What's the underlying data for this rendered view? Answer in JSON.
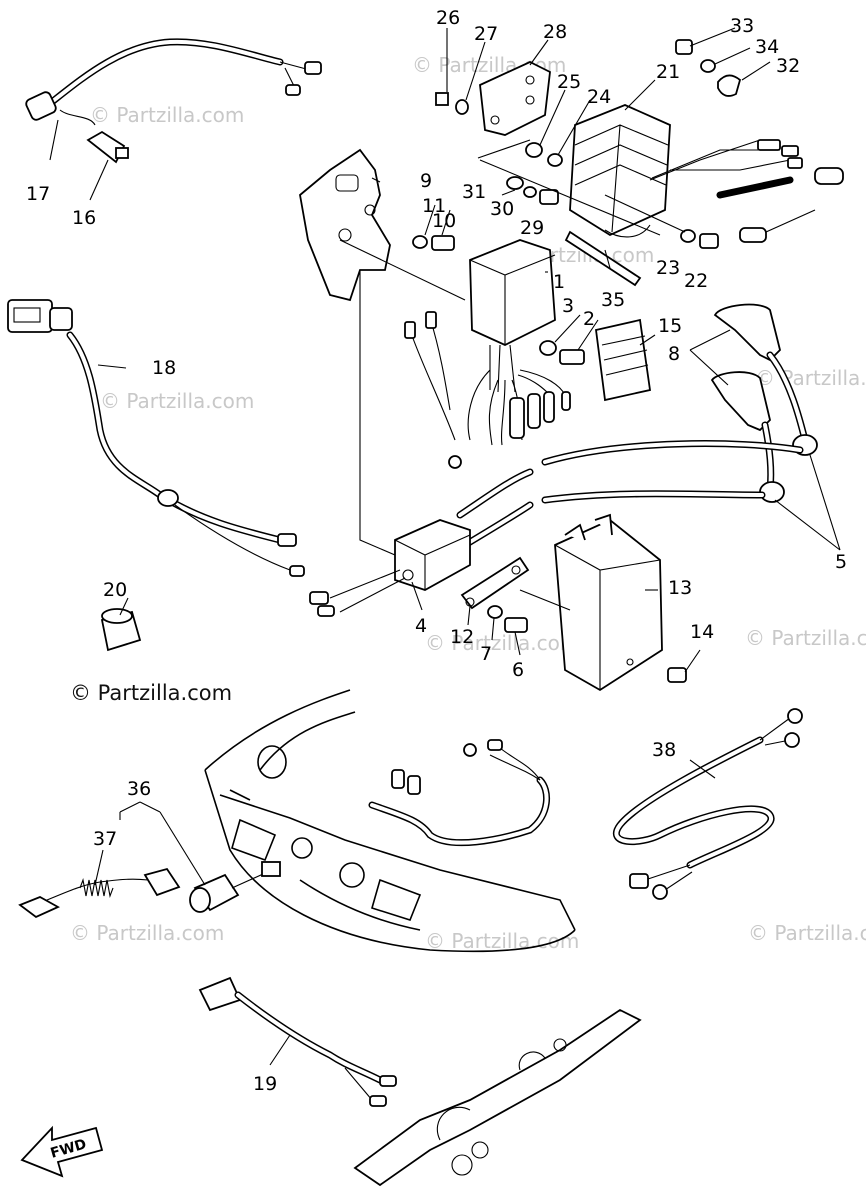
{
  "diagram": {
    "part_numbers": [
      {
        "id": "p1",
        "text": "1"
      },
      {
        "id": "p2",
        "text": "2"
      },
      {
        "id": "p3",
        "text": "3"
      },
      {
        "id": "p4",
        "text": "4"
      },
      {
        "id": "p5",
        "text": "5"
      },
      {
        "id": "p6",
        "text": "6"
      },
      {
        "id": "p7",
        "text": "7"
      },
      {
        "id": "p8",
        "text": "8"
      },
      {
        "id": "p9",
        "text": "9"
      },
      {
        "id": "p10",
        "text": "10"
      },
      {
        "id": "p11",
        "text": "11"
      },
      {
        "id": "p12",
        "text": "12"
      },
      {
        "id": "p13",
        "text": "13"
      },
      {
        "id": "p14",
        "text": "14"
      },
      {
        "id": "p15",
        "text": "15"
      },
      {
        "id": "p16",
        "text": "16"
      },
      {
        "id": "p17",
        "text": "17"
      },
      {
        "id": "p18",
        "text": "18"
      },
      {
        "id": "p19",
        "text": "19"
      },
      {
        "id": "p20",
        "text": "20"
      },
      {
        "id": "p21",
        "text": "21"
      },
      {
        "id": "p22",
        "text": "22"
      },
      {
        "id": "p23",
        "text": "23"
      },
      {
        "id": "p24",
        "text": "24"
      },
      {
        "id": "p25",
        "text": "25"
      },
      {
        "id": "p26",
        "text": "26"
      },
      {
        "id": "p27",
        "text": "27"
      },
      {
        "id": "p28",
        "text": "28"
      },
      {
        "id": "p29",
        "text": "29"
      },
      {
        "id": "p30",
        "text": "30"
      },
      {
        "id": "p31",
        "text": "31"
      },
      {
        "id": "p32",
        "text": "32"
      },
      {
        "id": "p33",
        "text": "33"
      },
      {
        "id": "p34",
        "text": "34"
      },
      {
        "id": "p35",
        "text": "35"
      },
      {
        "id": "p36",
        "text": "36"
      },
      {
        "id": "p37",
        "text": "37"
      },
      {
        "id": "p38",
        "text": "38"
      }
    ],
    "fwd_arrow_label": "FWD",
    "watermark_main": "© Partzilla.com",
    "watermark_faint": "© Partzilla.com"
  },
  "colors": {
    "line": "#000000",
    "watermark": "#c8c8c8",
    "background": "#ffffff"
  }
}
